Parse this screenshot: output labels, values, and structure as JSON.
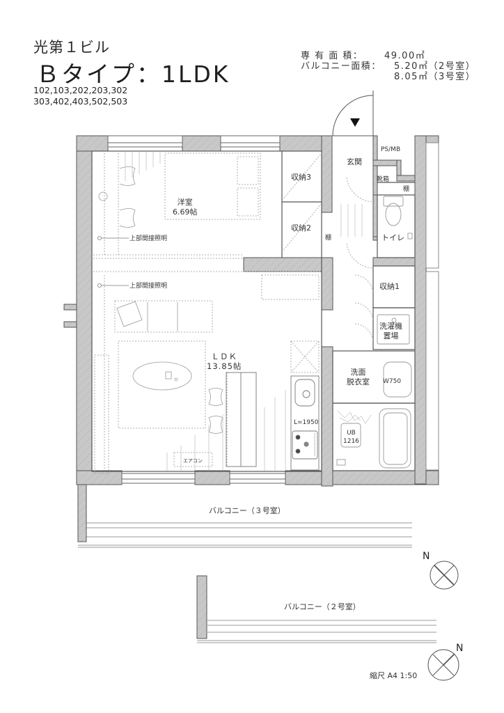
{
  "header": {
    "building_name": "光第１ビル",
    "type_title": "Ｂタイプ：1LDK",
    "unit_numbers": [
      "102,103,202,203,302",
      "303,402,403,502,503"
    ]
  },
  "area_info": {
    "exclusive_area_label": "専 有 面 積：",
    "exclusive_area_value": "49.00㎡",
    "balcony_area_label": "バルコニー面積：",
    "balcony_rows": [
      {
        "value": "5.20㎡（2号室）"
      },
      {
        "value": "8.05㎡（3号室）"
      }
    ]
  },
  "rooms": {
    "western_room": {
      "name": "洋室",
      "size": "6.69帖"
    },
    "ldk": {
      "name": "ＬＤＫ",
      "size": "13.85帖"
    },
    "storage3": "収納3",
    "storage2": "収納2",
    "storage1": "収納1",
    "entrance": "玄関",
    "shoe_box": "靴箱",
    "ps_mb": "PS/MB",
    "shelf_toilet": "棚",
    "shelf_hall": "棚",
    "toilet": "トイレ",
    "laundry": [
      "洗濯機",
      "置場"
    ],
    "washroom": [
      "洗面",
      "脱衣室"
    ],
    "vanity_width": "W750",
    "unit_bath": [
      "UB",
      "1216"
    ],
    "kitchen_length": "L=1950",
    "aircon": "エアコン",
    "indirect_light_1": "上部間接照明",
    "indirect_light_2": "上部間接照明"
  },
  "balconies": {
    "room3": "バルコニー（３号室）",
    "room2": "バルコニー（２号室）"
  },
  "footer": {
    "scale": "縮尺 A4  1:50",
    "north_label_1": "N",
    "north_label_2": "N"
  },
  "colors": {
    "wall_fill": "#c8c8c8",
    "wall_stroke": "#555555",
    "line": "#666666",
    "dashed": "#999999"
  }
}
